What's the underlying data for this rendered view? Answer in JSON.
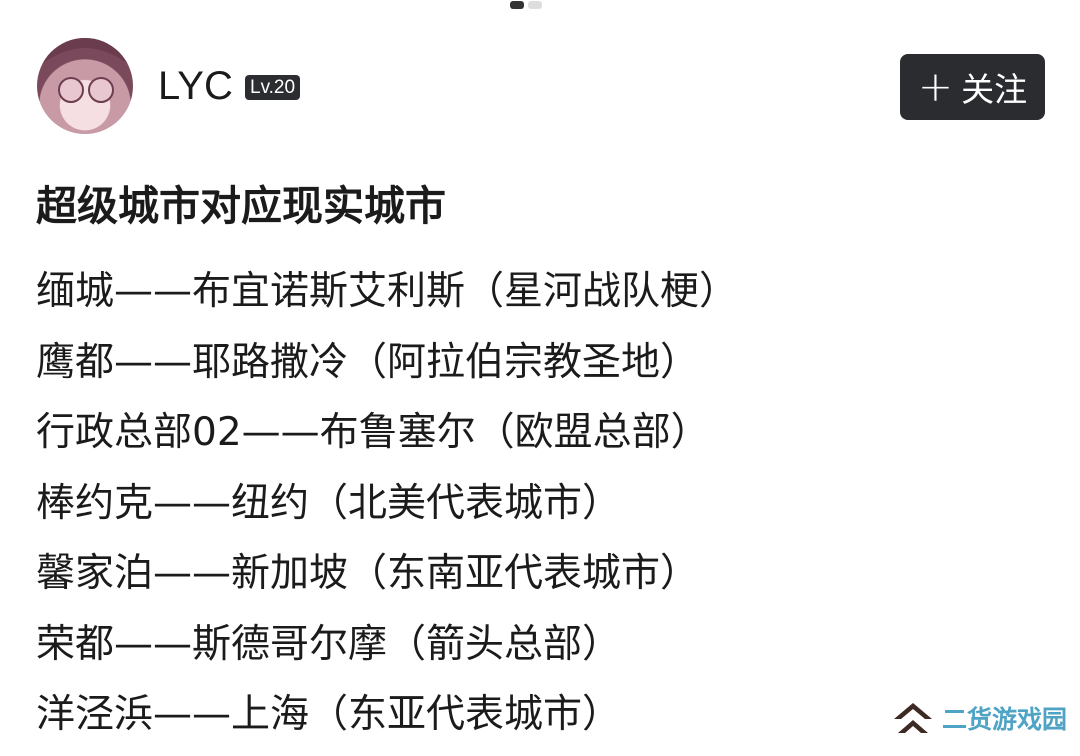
{
  "user": {
    "name": "LYC",
    "level": "Lv.20"
  },
  "follow_button": {
    "label": "关注",
    "icon": "plus-icon"
  },
  "post": {
    "title": "超级城市对应现实城市",
    "lines": [
      "缅城——布宜诺斯艾利斯（星河战队梗）",
      "鹰都——耶路撒冷（阿拉伯宗教圣地）",
      "行政总部02——布鲁塞尔（欧盟总部）",
      "棒约克——纽约（北美代表城市）",
      "馨家泊——新加坡（东南亚代表城市）",
      "荣都——斯德哥尔摩（箭头总部）",
      "洋泾浜——上海（东亚代表城市）"
    ]
  },
  "watermark": {
    "text": "二货游戏园"
  },
  "colors": {
    "button_bg": "#2a2c30",
    "watermark": "#4fa3c4",
    "watermark_icon": "#3d2a25"
  }
}
